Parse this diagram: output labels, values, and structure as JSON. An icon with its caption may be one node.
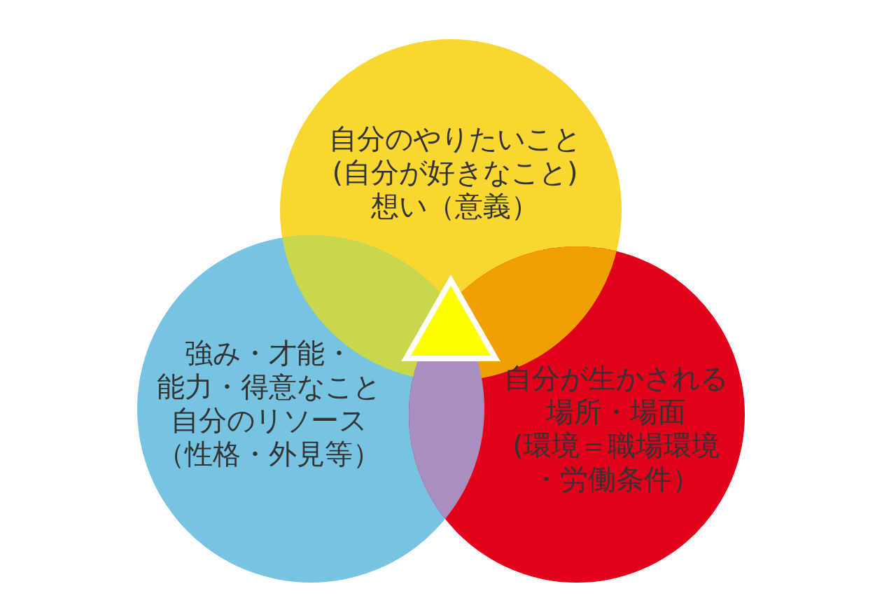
{
  "diagram": {
    "nodes": [
      {
        "text": [
          "自分のやりたいこと(自分が好きなこと)想い（意義）"
        ]
      },
      {
        "text": [
          "強み・才能・能力・得意なこと自分のリソース（性格・外見等）"
        ]
      },
      {
        "text": [
          "自分が生かされる場所・場面(環境＝職場環境・労働条件）"
        ]
      }
    ],
    "edges": []
  }
}
